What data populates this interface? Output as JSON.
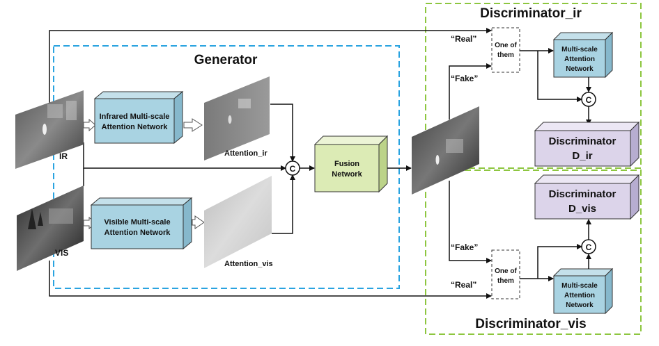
{
  "generator": {
    "title": "Generator"
  },
  "disc_ir": {
    "title": "Discriminator_ir",
    "block": [
      "Discriminator",
      "D_ir"
    ]
  },
  "disc_vis": {
    "title": "Discriminator_vis",
    "block": [
      "Discriminator",
      "D_vis"
    ]
  },
  "inputs": {
    "ir": "IR",
    "vis": "VIS"
  },
  "ir_attention_net": [
    "Infrared Multi-scale",
    "Attention Network"
  ],
  "vis_attention_net": [
    "Visible Multi-scale",
    "Attention Network"
  ],
  "attention_maps": {
    "ir": "Attention_ir",
    "vis": "Attention_vis"
  },
  "fusion_net": [
    "Fusion",
    "Network"
  ],
  "concat_symbol": "C",
  "selector": [
    "One of",
    "them"
  ],
  "real_label": "“Real”",
  "fake_label": "“Fake”",
  "msan_block": [
    "Multi-scale",
    "Attention",
    "Network"
  ],
  "colors": {
    "generator_border": "#29a3e0",
    "discriminator_border": "#8dc63f",
    "attention_box": "#a9d3e2",
    "fusion_box": "#dcebb5",
    "discriminator_box": "#dcd4ea"
  }
}
